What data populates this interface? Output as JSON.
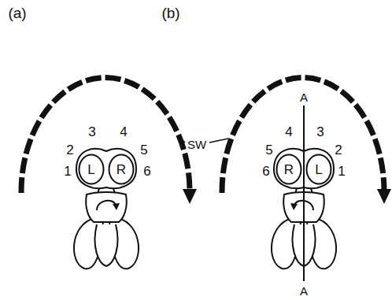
{
  "diagram": {
    "nodes": [
      {
        "text": [
          "L"
        ]
      },
      {
        "text": [
          "R"
        ]
      },
      {
        "text": [
          "R"
        ]
      },
      {
        "text": [
          "L"
        ]
      }
    ],
    "labels": [
      "(a)",
      "(b)",
      "3",
      "4",
      "SW",
      "4",
      "3",
      "2",
      "5",
      "5",
      "2",
      "1",
      "6",
      "6",
      "1",
      "A",
      "A"
    ]
  }
}
